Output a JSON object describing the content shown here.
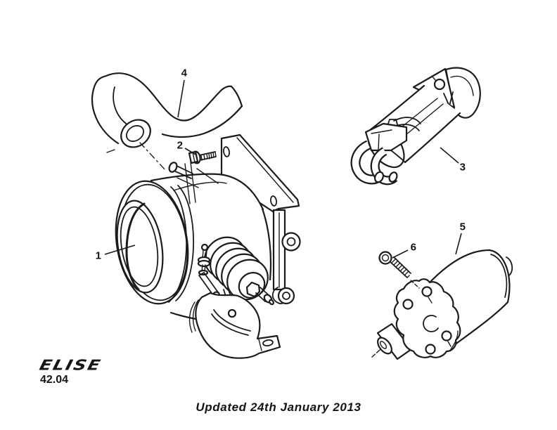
{
  "page": {
    "background": "#ffffff",
    "line_color": "#1b1b1b"
  },
  "parts": [
    {
      "number": "1"
    },
    {
      "number": "2"
    },
    {
      "number": "3"
    },
    {
      "number": "4"
    },
    {
      "number": "5"
    },
    {
      "number": "6"
    }
  ],
  "footer": {
    "logo_text": "ELISE",
    "section_code": "42.04",
    "updated_text": "Updated 24th January 2013"
  }
}
